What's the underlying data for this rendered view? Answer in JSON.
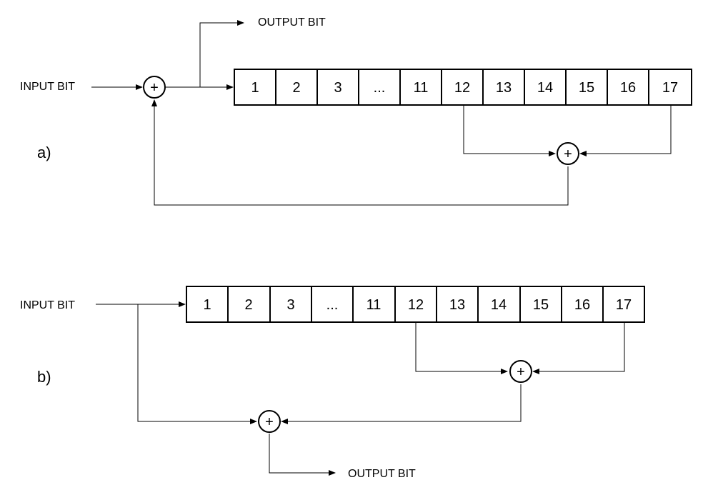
{
  "diagram_a": {
    "part_label": "a)",
    "input_label": "INPUT BIT",
    "output_label": "OUTPUT BIT",
    "cells": [
      "1",
      "2",
      "3",
      "...",
      "11",
      "12",
      "13",
      "14",
      "15",
      "16",
      "17"
    ],
    "xor_symbol": "+"
  },
  "diagram_b": {
    "part_label": "b)",
    "input_label": "INPUT BIT",
    "output_label": "OUTPUT BIT",
    "cells": [
      "1",
      "2",
      "3",
      "...",
      "11",
      "12",
      "13",
      "14",
      "15",
      "16",
      "17"
    ],
    "xor_symbol": "+"
  }
}
